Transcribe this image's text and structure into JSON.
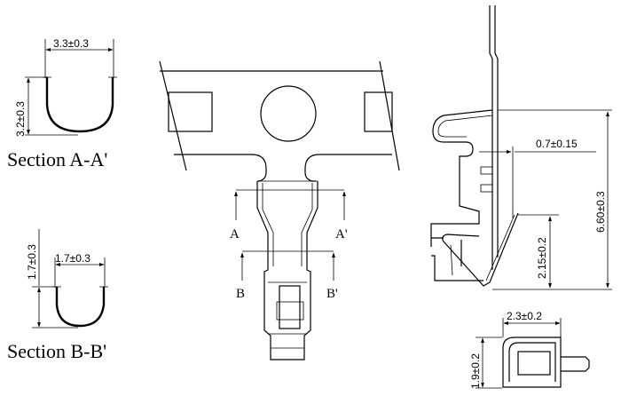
{
  "sections": {
    "aa": {
      "title": "Section A-A'",
      "width": "3.3±0.3",
      "height": "3.2±0.3"
    },
    "bb": {
      "title": "Section B-B'",
      "width": "1.7±0.3",
      "height": "1.7±0.3"
    }
  },
  "cut_labels": {
    "a": "A",
    "a_prime": "A'",
    "b": "B",
    "b_prime": "B'"
  },
  "side_view": {
    "dim_total": "6.60±0.3",
    "dim_thickness": "0.7±0.15",
    "dim_lower": "2.15±0.2"
  },
  "end_view": {
    "width": "2.3±0.2",
    "height": "1.9±0.2"
  }
}
